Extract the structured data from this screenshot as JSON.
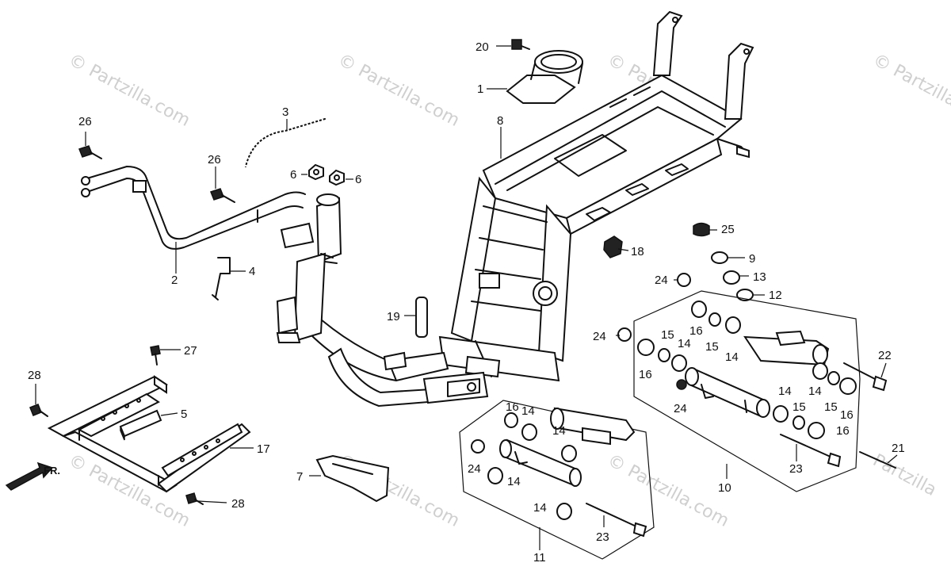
{
  "diagram": {
    "watermark": "© Partzilla.com",
    "corner_watermark": "Partzilla",
    "front_marker": "FR.",
    "callouts": [
      {
        "id": "c1",
        "number": "1"
      },
      {
        "id": "c2",
        "number": "2"
      },
      {
        "id": "c3",
        "number": "3"
      },
      {
        "id": "c4",
        "number": "4"
      },
      {
        "id": "c5",
        "number": "5"
      },
      {
        "id": "c6a",
        "number": "6"
      },
      {
        "id": "c6b",
        "number": "6"
      },
      {
        "id": "c7",
        "number": "7"
      },
      {
        "id": "c8",
        "number": "8"
      },
      {
        "id": "c9",
        "number": "9"
      },
      {
        "id": "c10",
        "number": "10"
      },
      {
        "id": "c11",
        "number": "11"
      },
      {
        "id": "c12",
        "number": "12"
      },
      {
        "id": "c13",
        "number": "13"
      },
      {
        "id": "c14a",
        "number": "14"
      },
      {
        "id": "c14b",
        "number": "14"
      },
      {
        "id": "c14c",
        "number": "14"
      },
      {
        "id": "c14d",
        "number": "14"
      },
      {
        "id": "c14e",
        "number": "14"
      },
      {
        "id": "c14f",
        "number": "14"
      },
      {
        "id": "c14g",
        "number": "14"
      },
      {
        "id": "c14h",
        "number": "14"
      },
      {
        "id": "c14i",
        "number": "14"
      },
      {
        "id": "c15a",
        "number": "15"
      },
      {
        "id": "c15b",
        "number": "15"
      },
      {
        "id": "c15c",
        "number": "15"
      },
      {
        "id": "c15d",
        "number": "15"
      },
      {
        "id": "c16a",
        "number": "16"
      },
      {
        "id": "c16b",
        "number": "16"
      },
      {
        "id": "c16c",
        "number": "16"
      },
      {
        "id": "c16d",
        "number": "16"
      },
      {
        "id": "c16e",
        "number": "16"
      },
      {
        "id": "c17",
        "number": "17"
      },
      {
        "id": "c18",
        "number": "18"
      },
      {
        "id": "c19",
        "number": "19"
      },
      {
        "id": "c20",
        "number": "20"
      },
      {
        "id": "c21",
        "number": "21"
      },
      {
        "id": "c22",
        "number": "22"
      },
      {
        "id": "c23a",
        "number": "23"
      },
      {
        "id": "c23b",
        "number": "23"
      },
      {
        "id": "c24a",
        "number": "24"
      },
      {
        "id": "c24b",
        "number": "24"
      },
      {
        "id": "c24c",
        "number": "24"
      },
      {
        "id": "c24d",
        "number": "24"
      },
      {
        "id": "c25",
        "number": "25"
      },
      {
        "id": "c26a",
        "number": "26"
      },
      {
        "id": "c26b",
        "number": "26"
      },
      {
        "id": "c27",
        "number": "27"
      },
      {
        "id": "c28a",
        "number": "28"
      },
      {
        "id": "c28b",
        "number": "28"
      }
    ]
  }
}
